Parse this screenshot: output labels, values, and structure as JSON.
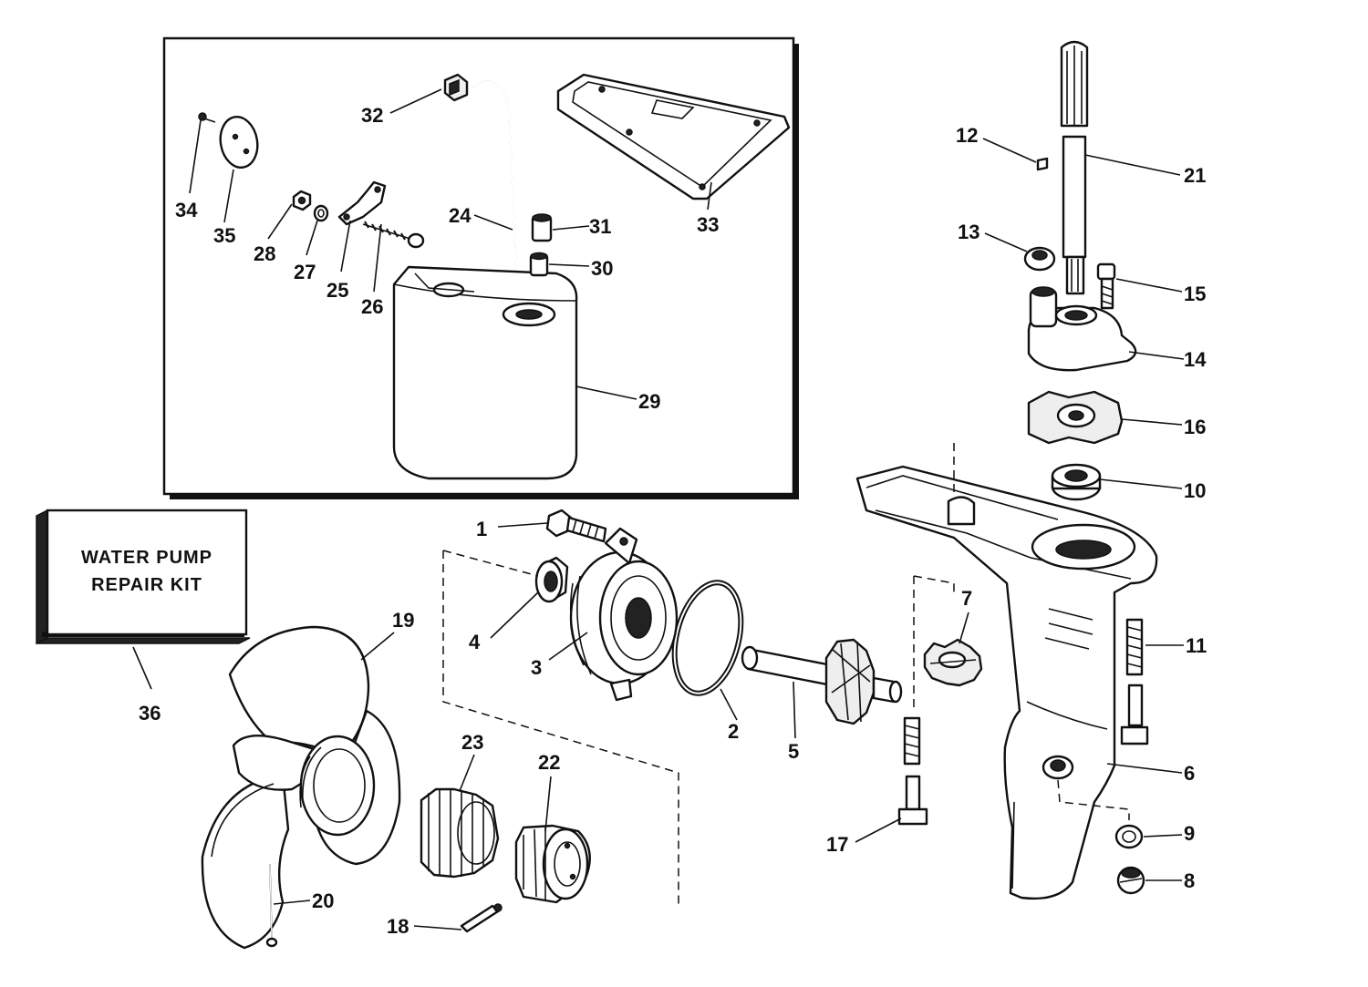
{
  "kit": {
    "line1": "WATER PUMP",
    "line2": "REPAIR KIT"
  },
  "callouts": {
    "c1": "1",
    "c2": "2",
    "c3": "3",
    "c4": "4",
    "c5": "5",
    "c6": "6",
    "c7": "7",
    "c8": "8",
    "c9": "9",
    "c10": "10",
    "c11": "11",
    "c12": "12",
    "c13": "13",
    "c14": "14",
    "c15": "15",
    "c16": "16",
    "c17": "17",
    "c18": "18",
    "c19": "19",
    "c20": "20",
    "c21": "21",
    "c22": "22",
    "c23": "23",
    "c24": "24",
    "c25": "25",
    "c26": "26",
    "c27": "27",
    "c28": "28",
    "c29": "29",
    "c30": "30",
    "c31": "31",
    "c32": "32",
    "c33": "33",
    "c34": "34",
    "c35": "35",
    "c36": "36"
  }
}
